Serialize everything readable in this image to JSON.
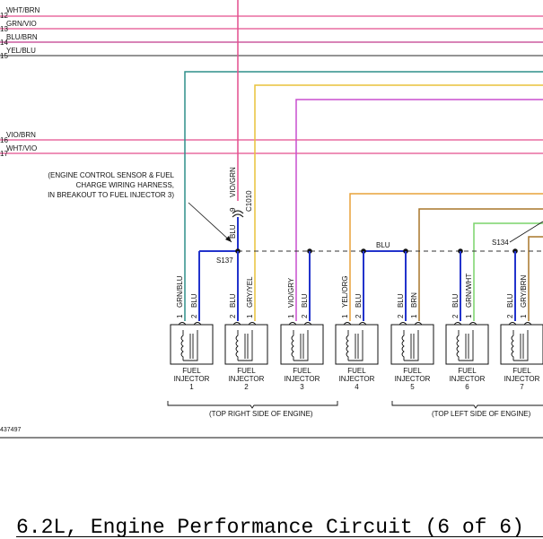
{
  "figure_code": "437497",
  "caption": "6.2L, Engine Performance Circuit (6 of 6)",
  "callout_annotation": {
    "line1": "(ENGINE CONTROL SENSOR & FUEL",
    "line2": "CHARGE WIRING HARNESS,",
    "line3": "IN BREAKOUT TO FUEL INJECTOR 3)"
  },
  "buses": [
    {
      "pin": "",
      "label": "WHT/BRN",
      "color": "#e34f8e"
    },
    {
      "pin": "13",
      "label": "GRN/VIO",
      "color": "#e34f8e"
    },
    {
      "pin": "14",
      "label": "BLU/BRN",
      "color": "#c03a8c"
    },
    {
      "pin": "15",
      "label": "YEL/BLU",
      "color": "#555555"
    },
    {
      "pin": "16",
      "label": "VIO/BRN",
      "color": "#e34f8e"
    },
    {
      "pin": "17",
      "label": "WHT/VIO",
      "color": "#e34f8e"
    }
  ],
  "bus_pin_top": "12",
  "connector": {
    "id": "C1010",
    "pin": "9",
    "wire": "VIO/GRN"
  },
  "splices": [
    "S137",
    "S134"
  ],
  "common_wire": {
    "label": "BLU",
    "color": "#2233cc"
  },
  "injectors": [
    {
      "line1": "FUEL",
      "line2": "INJECTOR",
      "num": "1",
      "pin1": "1",
      "wire1": "GRN/BLU",
      "pin2": "2",
      "wire2": "BLU"
    },
    {
      "line1": "FUEL",
      "line2": "INJECTOR",
      "num": "2",
      "pin1": "2",
      "wire1": "BLU",
      "pin2": "1",
      "wire2": "GRY/YEL"
    },
    {
      "line1": "FUEL",
      "line2": "INJECTOR",
      "num": "3",
      "pin1": "1",
      "wire1": "VIO/GRY",
      "pin2": "2",
      "wire2": "BLU"
    },
    {
      "line1": "FUEL",
      "line2": "INJECTOR",
      "num": "4",
      "pin1": "1",
      "wire1": "YEL/ORG",
      "pin2": "2",
      "wire2": "BLU"
    },
    {
      "line1": "FUEL",
      "line2": "INJECTOR",
      "num": "5",
      "pin1": "2",
      "wire1": "BLU",
      "pin2": "1",
      "wire2": "BRN"
    },
    {
      "line1": "FUEL",
      "line2": "INJECTOR",
      "num": "6",
      "pin1": "2",
      "wire1": "BLU",
      "pin2": "1",
      "wire2": "GRN/WHT"
    },
    {
      "line1": "FUEL",
      "line2": "INJECTOR",
      "num": "7",
      "pin1": "2",
      "wire1": "BLU",
      "pin2": "1",
      "wire2": "GRY/BRN"
    }
  ],
  "groups": [
    {
      "label": "(TOP RIGHT SIDE OF ENGINE)"
    },
    {
      "label": "(TOP LEFT SIDE OF ENGINE)"
    }
  ],
  "colors": {
    "magenta": "#e34f8e",
    "teal": "#2f8f8a",
    "yellow": "#e8c23a",
    "violet": "#c84fcf",
    "orange": "#e8a23a",
    "brown": "#a8762a",
    "green": "#7ad36a",
    "blue": "#2233cc",
    "dark": "#222222"
  }
}
